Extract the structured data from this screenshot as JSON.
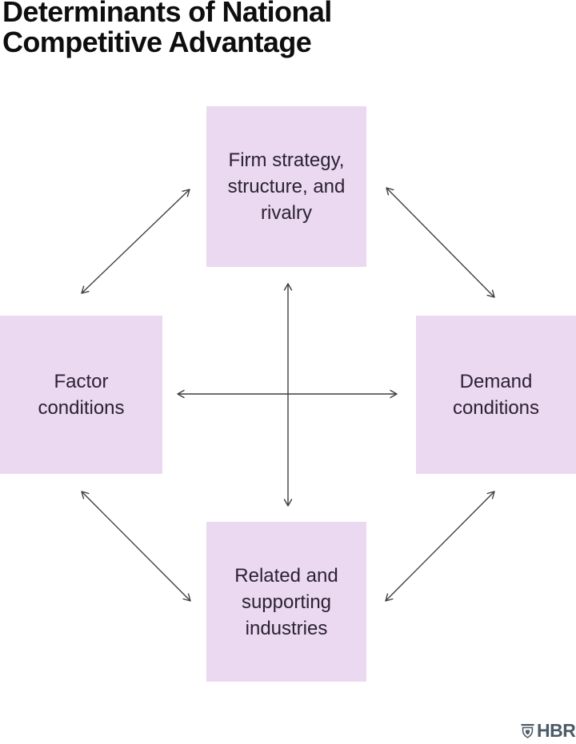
{
  "title": "Determinants of National Competitive Advantage",
  "diagram": {
    "nodes": [
      {
        "id": "firm-strategy-structure-rivalry",
        "label": "Firm strategy, structure, and rivalry"
      },
      {
        "id": "factor-conditions",
        "label": "Factor conditions"
      },
      {
        "id": "demand-conditions",
        "label": "Demand conditions"
      },
      {
        "id": "related-supporting-industries",
        "label": "Related and supporting industries"
      }
    ],
    "connections": [
      {
        "from": "firm-strategy-structure-rivalry",
        "to": "factor-conditions",
        "bidirectional": true
      },
      {
        "from": "firm-strategy-structure-rivalry",
        "to": "demand-conditions",
        "bidirectional": true
      },
      {
        "from": "firm-strategy-structure-rivalry",
        "to": "related-supporting-industries",
        "bidirectional": true
      },
      {
        "from": "factor-conditions",
        "to": "demand-conditions",
        "bidirectional": true
      },
      {
        "from": "factor-conditions",
        "to": "related-supporting-industries",
        "bidirectional": true
      },
      {
        "from": "demand-conditions",
        "to": "related-supporting-industries",
        "bidirectional": true
      }
    ],
    "colors": {
      "box_fill": "#ead9f0",
      "box_text": "#2c2133",
      "arrow": "#3f3f3f",
      "title_text": "#0e0e0e"
    }
  },
  "footer": {
    "logo_text": "HBR",
    "logo_color": "#4d5b66"
  }
}
